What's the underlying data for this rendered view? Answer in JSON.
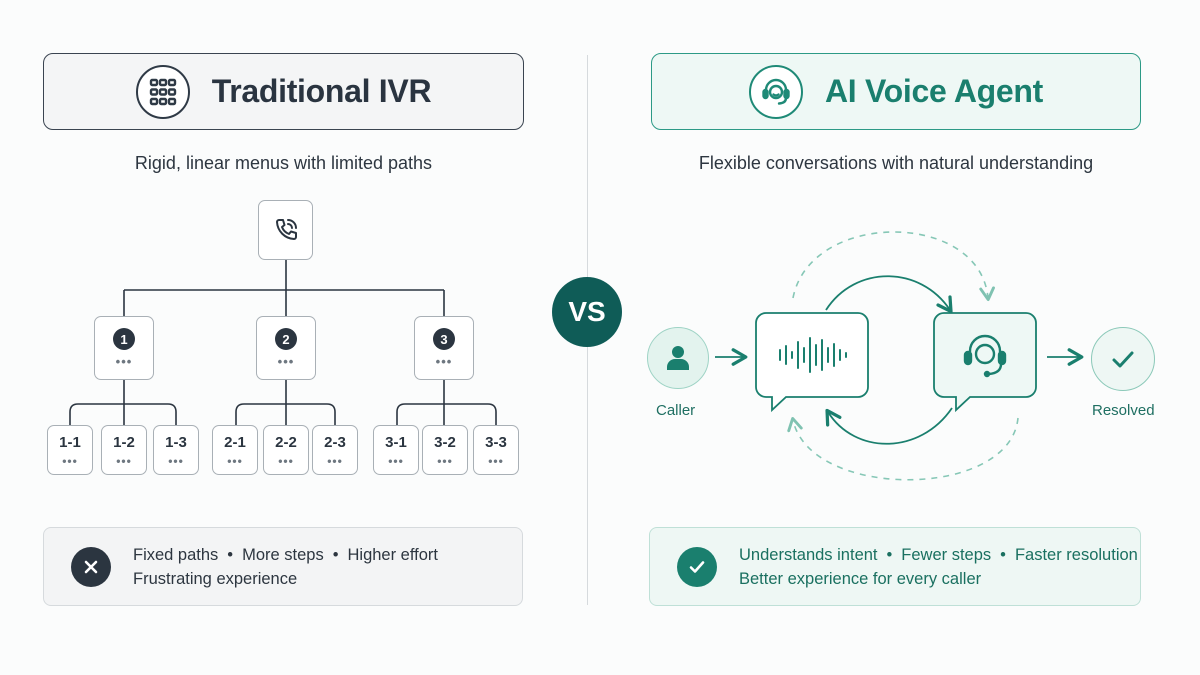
{
  "left": {
    "title": "Traditional IVR",
    "icon": "keypad-icon",
    "subtitle": "Rigid, linear menus with limited paths",
    "tree": {
      "root_icon": "phone-icon",
      "menus": [
        {
          "number": "1",
          "dots": "•••",
          "options": [
            {
              "label": "1-1",
              "dots": "•••"
            },
            {
              "label": "1-2",
              "dots": "•••"
            },
            {
              "label": "1-3",
              "dots": "•••"
            }
          ]
        },
        {
          "number": "2",
          "dots": "•••",
          "options": [
            {
              "label": "2-1",
              "dots": "•••"
            },
            {
              "label": "2-2",
              "dots": "•••"
            },
            {
              "label": "2-3",
              "dots": "•••"
            }
          ]
        },
        {
          "number": "3",
          "dots": "•••",
          "options": [
            {
              "label": "3-1",
              "dots": "•••"
            },
            {
              "label": "3-2",
              "dots": "•••"
            },
            {
              "label": "3-3",
              "dots": "•••"
            }
          ]
        }
      ]
    },
    "summary": {
      "icon": "x-circle-icon",
      "line1": [
        "Fixed paths",
        "More steps",
        "Higher effort"
      ],
      "line2": "Frustrating experience"
    }
  },
  "vs_label": "VS",
  "right": {
    "title": "AI Voice Agent",
    "icon": "headset-agent-icon",
    "subtitle": "Flexible conversations with natural understanding",
    "flow": {
      "caller_label": "Caller",
      "resolved_label": "Resolved",
      "voice_icon": "sound-wave-icon",
      "agent_icon": "headset-agent-icon"
    },
    "summary": {
      "icon": "check-circle-icon",
      "line1": [
        "Understands intent",
        "Fewer steps",
        "Faster resolution"
      ],
      "line2": "Better experience for every caller"
    }
  },
  "colors": {
    "dark": "#2b3540",
    "teal": "#1a7f6e",
    "vs_bg": "#0f5c57"
  }
}
